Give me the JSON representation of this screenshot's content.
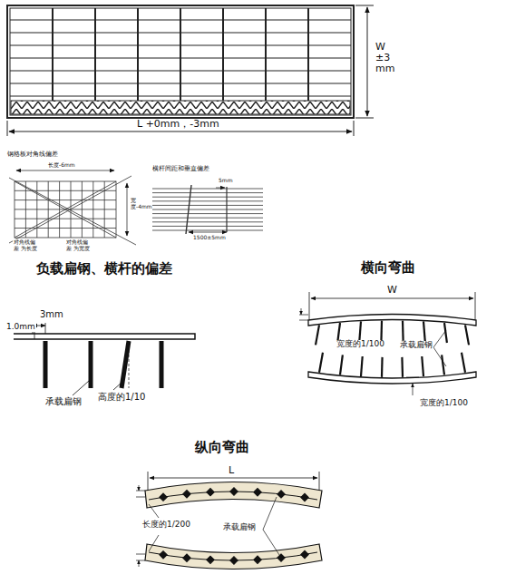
{
  "diagram": {
    "labels": [
      "W ±3 mm",
      "L +0mm，-3mm",
      "钢格板对角线偏差",
      "长度-6mm",
      "宽度-4mm",
      "对角线偏差 为长度",
      "对角线偏差 为宽度",
      "横杆间距和垂直偏差",
      "5mm",
      "1500±5mm",
      "负载扁钢、横杆的偏差",
      "3mm",
      "1.0mm",
      "承载扁钢",
      "高度的1/10",
      "横向弯曲",
      "W",
      "宽度的1/100",
      "承载扁钢",
      "宽度的1/100",
      "纵向弯曲",
      "L",
      "长度的1/200",
      "承载扁钢"
    ]
  }
}
